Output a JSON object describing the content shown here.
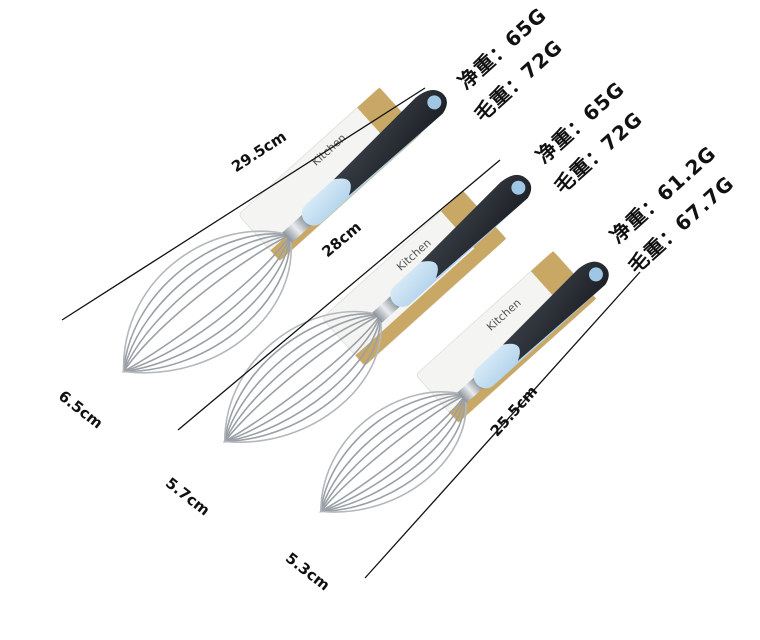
{
  "whisks": [
    {
      "length": "29.5cm",
      "head_width": "6.5cm",
      "net_weight": "净重：65G",
      "gross_weight": "毛重：72G"
    },
    {
      "length": "28cm",
      "head_width": "5.7cm",
      "net_weight": "净重：65G",
      "gross_weight": "毛重：72G"
    },
    {
      "length": "25.5cm",
      "head_width": "5.3cm",
      "net_weight": "净重：61.2G",
      "gross_weight": "毛重：67.7G"
    }
  ],
  "packaging": {
    "brand": "Kitchen"
  },
  "colors": {
    "handle_blue": "#bcd8ee",
    "handle_grip": "#2b2f36",
    "card_white": "#f4f4f2",
    "card_gold": "#c9a865",
    "wire": "#9aa0a6"
  }
}
